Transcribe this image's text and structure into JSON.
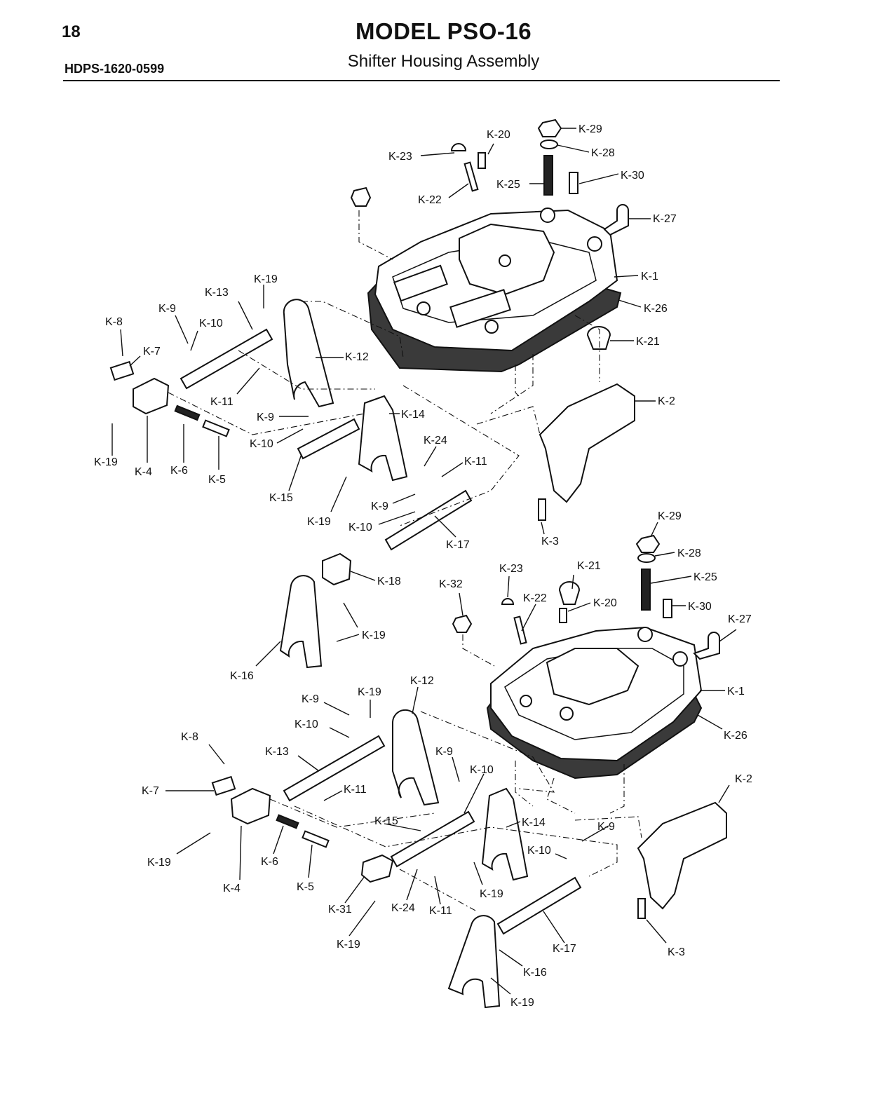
{
  "header": {
    "page_number": "18",
    "document_code": "HDPS-1620-0599",
    "title": "MODEL PSO-16",
    "subtitle": "Shifter Housing Assembly"
  },
  "upper_assembly": {
    "labels": {
      "k20": "K-20",
      "k29": "K-29",
      "k23": "K-23",
      "k28": "K-28",
      "k25": "K-25",
      "k30": "K-30",
      "k22": "K-22",
      "k27": "K-27",
      "k1": "K-1",
      "k19a": "K-19",
      "k13": "K-13",
      "k26": "K-26",
      "k9a": "K-9",
      "k8": "K-8",
      "k10a": "K-10",
      "k21": "K-21",
      "k7": "K-7",
      "k12": "K-12",
      "k11a": "K-11",
      "k2": "K-2",
      "k9b": "K-9",
      "k14": "K-14",
      "k10b": "K-10",
      "k24": "K-24",
      "k11b": "K-11",
      "k19b": "K-19",
      "k4": "K-4",
      "k6": "K-6",
      "k5": "K-5",
      "k15": "K-15",
      "k9c": "K-9",
      "k19c": "K-19",
      "k10c": "K-10",
      "k17": "K-17",
      "k3": "K-3"
    }
  },
  "lower_assembly": {
    "labels": {
      "k29": "K-29",
      "k28": "K-28",
      "k23": "K-23",
      "k21": "K-21",
      "k18": "K-18",
      "k32": "K-32",
      "k25": "K-25",
      "k22": "K-22",
      "k20": "K-20",
      "k30": "K-30",
      "k27": "K-27",
      "k19a": "K-19",
      "k16a": "K-16",
      "k12": "K-12",
      "k9a": "K-9",
      "k19b": "K-19",
      "k1": "K-1",
      "k10a": "K-10",
      "k26": "K-26",
      "k8": "K-8",
      "k13": "K-13",
      "k9b": "K-9",
      "k10b": "K-10",
      "k2": "K-2",
      "k7": "K-7",
      "k11a": "K-11",
      "k15": "K-15",
      "k14": "K-14",
      "k9c": "K-9",
      "k19c": "K-19",
      "k6": "K-6",
      "k10c": "K-10",
      "k4": "K-4",
      "k5": "K-5",
      "k19d": "K-19",
      "k31": "K-31",
      "k24": "K-24",
      "k11b": "K-11",
      "k3": "K-3",
      "k19e": "K-19",
      "k17": "K-17",
      "k16b": "K-16",
      "k19f": "K-19"
    }
  }
}
